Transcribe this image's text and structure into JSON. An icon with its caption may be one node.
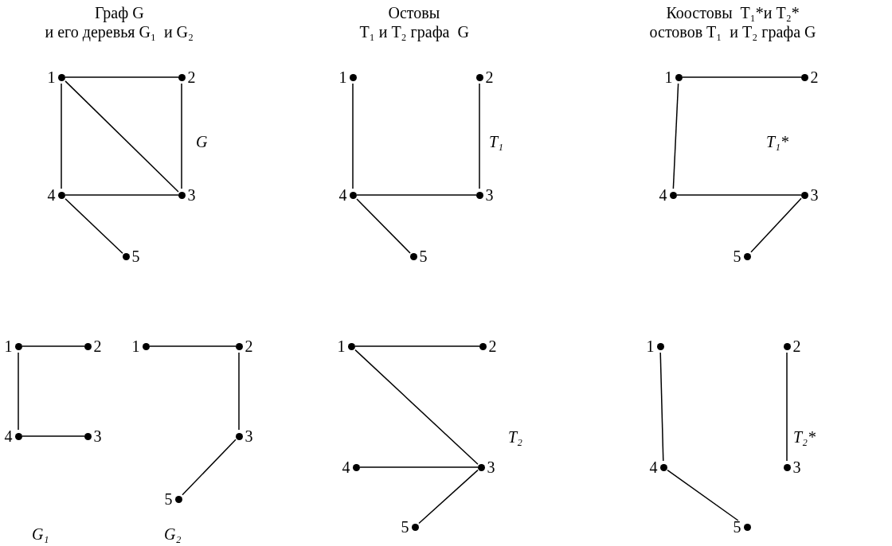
{
  "diagram": {
    "nodes": [
      {
        "text": [
          "1"
        ]
      },
      {
        "text": [
          "2"
        ]
      },
      {
        "text": [
          "3"
        ]
      },
      {
        "text": [
          "4"
        ]
      },
      {
        "text": [
          "5"
        ]
      },
      {
        "text": [
          "1"
        ]
      },
      {
        "text": [
          "2"
        ]
      },
      {
        "text": [
          "3"
        ]
      },
      {
        "text": [
          "4"
        ]
      },
      {
        "text": [
          "5"
        ]
      },
      {
        "text": [
          "1"
        ]
      },
      {
        "text": [
          "2"
        ]
      },
      {
        "text": [
          "3"
        ]
      },
      {
        "text": [
          "4"
        ]
      },
      {
        "text": [
          "5"
        ]
      },
      {
        "text": [
          "1"
        ]
      },
      {
        "text": [
          "2"
        ]
      },
      {
        "text": [
          "3"
        ]
      },
      {
        "text": [
          "4"
        ]
      },
      {
        "text": [
          "1"
        ]
      },
      {
        "text": [
          "2"
        ]
      },
      {
        "text": [
          "3"
        ]
      },
      {
        "text": [
          "5"
        ]
      },
      {
        "text": [
          "1"
        ]
      },
      {
        "text": [
          "2"
        ]
      },
      {
        "text": [
          "3"
        ]
      },
      {
        "text": [
          "4"
        ]
      },
      {
        "text": [
          "5"
        ]
      },
      {
        "text": [
          "1"
        ]
      },
      {
        "text": [
          "2"
        ]
      },
      {
        "text": [
          "3"
        ]
      },
      {
        "text": [
          "4"
        ]
      },
      {
        "text": [
          "5"
        ]
      }
    ],
    "edges": [
      {
        "from": 0,
        "to": 1,
        "arrow": "none"
      },
      {
        "from": 0,
        "to": 3,
        "arrow": "none"
      },
      {
        "from": 0,
        "to": 2,
        "arrow": "none"
      },
      {
        "from": 1,
        "to": 2,
        "arrow": "none"
      },
      {
        "from": 3,
        "to": 2,
        "arrow": "none"
      },
      {
        "from": 3,
        "to": 4,
        "arrow": "none"
      },
      {
        "from": 5,
        "to": 8,
        "arrow": "none"
      },
      {
        "from": 8,
        "to": 7,
        "arrow": "none"
      },
      {
        "from": 7,
        "to": 6,
        "arrow": "none"
      },
      {
        "from": 8,
        "to": 9,
        "arrow": "none"
      },
      {
        "from": 10,
        "to": 11,
        "arrow": "none"
      },
      {
        "from": 10,
        "to": 13,
        "arrow": "none"
      },
      {
        "from": 13,
        "to": 12,
        "arrow": "none"
      },
      {
        "from": 12,
        "to": 14,
        "arrow": "none"
      },
      {
        "from": 15,
        "to": 16,
        "arrow": "none"
      },
      {
        "from": 15,
        "to": 18,
        "arrow": "none"
      },
      {
        "from": 18,
        "to": 17,
        "arrow": "none"
      },
      {
        "from": 19,
        "to": 20,
        "arrow": "none"
      },
      {
        "from": 20,
        "to": 21,
        "arrow": "none"
      },
      {
        "from": 21,
        "to": 22,
        "arrow": "none"
      },
      {
        "from": 23,
        "to": 24,
        "arrow": "none"
      },
      {
        "from": 23,
        "to": 25,
        "arrow": "none"
      },
      {
        "from": 26,
        "to": 25,
        "arrow": "none"
      },
      {
        "from": 25,
        "to": 27,
        "arrow": "none"
      },
      {
        "from": 28,
        "to": 31,
        "arrow": "none"
      },
      {
        "from": 31,
        "to": 32,
        "arrow": "none"
      },
      {
        "from": 29,
        "to": 30,
        "arrow": "none"
      }
    ],
    "labels": [
      "Граф G",
      "Остовы",
      "Коостовы  T₁*и T₂*",
      "и его деревья G₁  и G₂",
      "T₁ и T₂ графа  G",
      "остовов T₁  и T₂ графа G",
      "G",
      "T₁",
      "T₁*",
      "T₂",
      "T₂*",
      "G₁",
      "G₂"
    ]
  }
}
